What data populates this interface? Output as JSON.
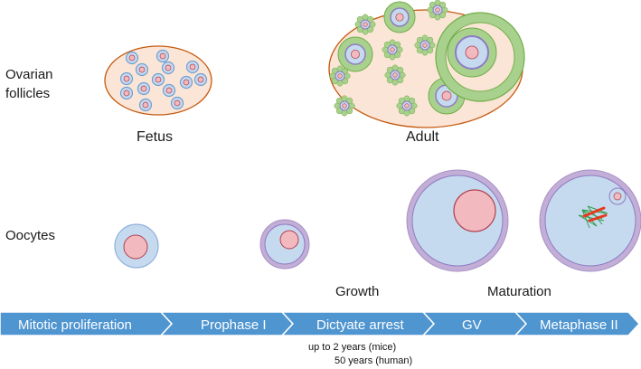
{
  "row_labels": {
    "follicles_line1": "Ovarian",
    "follicles_line2": "follicles",
    "oocytes": "Oocytes"
  },
  "follicle_captions": {
    "fetus": "Fetus",
    "adult": "Adult"
  },
  "phase_captions": {
    "growth": "Growth",
    "maturation": "Maturation"
  },
  "stages": [
    "Mitotic proliferation",
    "Prophase I",
    "Dictyate arrest",
    "GV",
    "Metaphase II"
  ],
  "durations": {
    "mice": "up to 2 years (mice)",
    "human": "50 years (human)"
  },
  "colors": {
    "arrow_blue": "#4f95d0",
    "cytoplasm": "#c6daef",
    "nucleus": "#f2b9bf",
    "zona": "#c2aed6",
    "granulosa": "#a9d18e",
    "ovary_fill": "#fbe5d6",
    "ovary_stroke": "#c55a11",
    "spindle": "#2e9e4a",
    "chromosome": "#e8381f"
  }
}
